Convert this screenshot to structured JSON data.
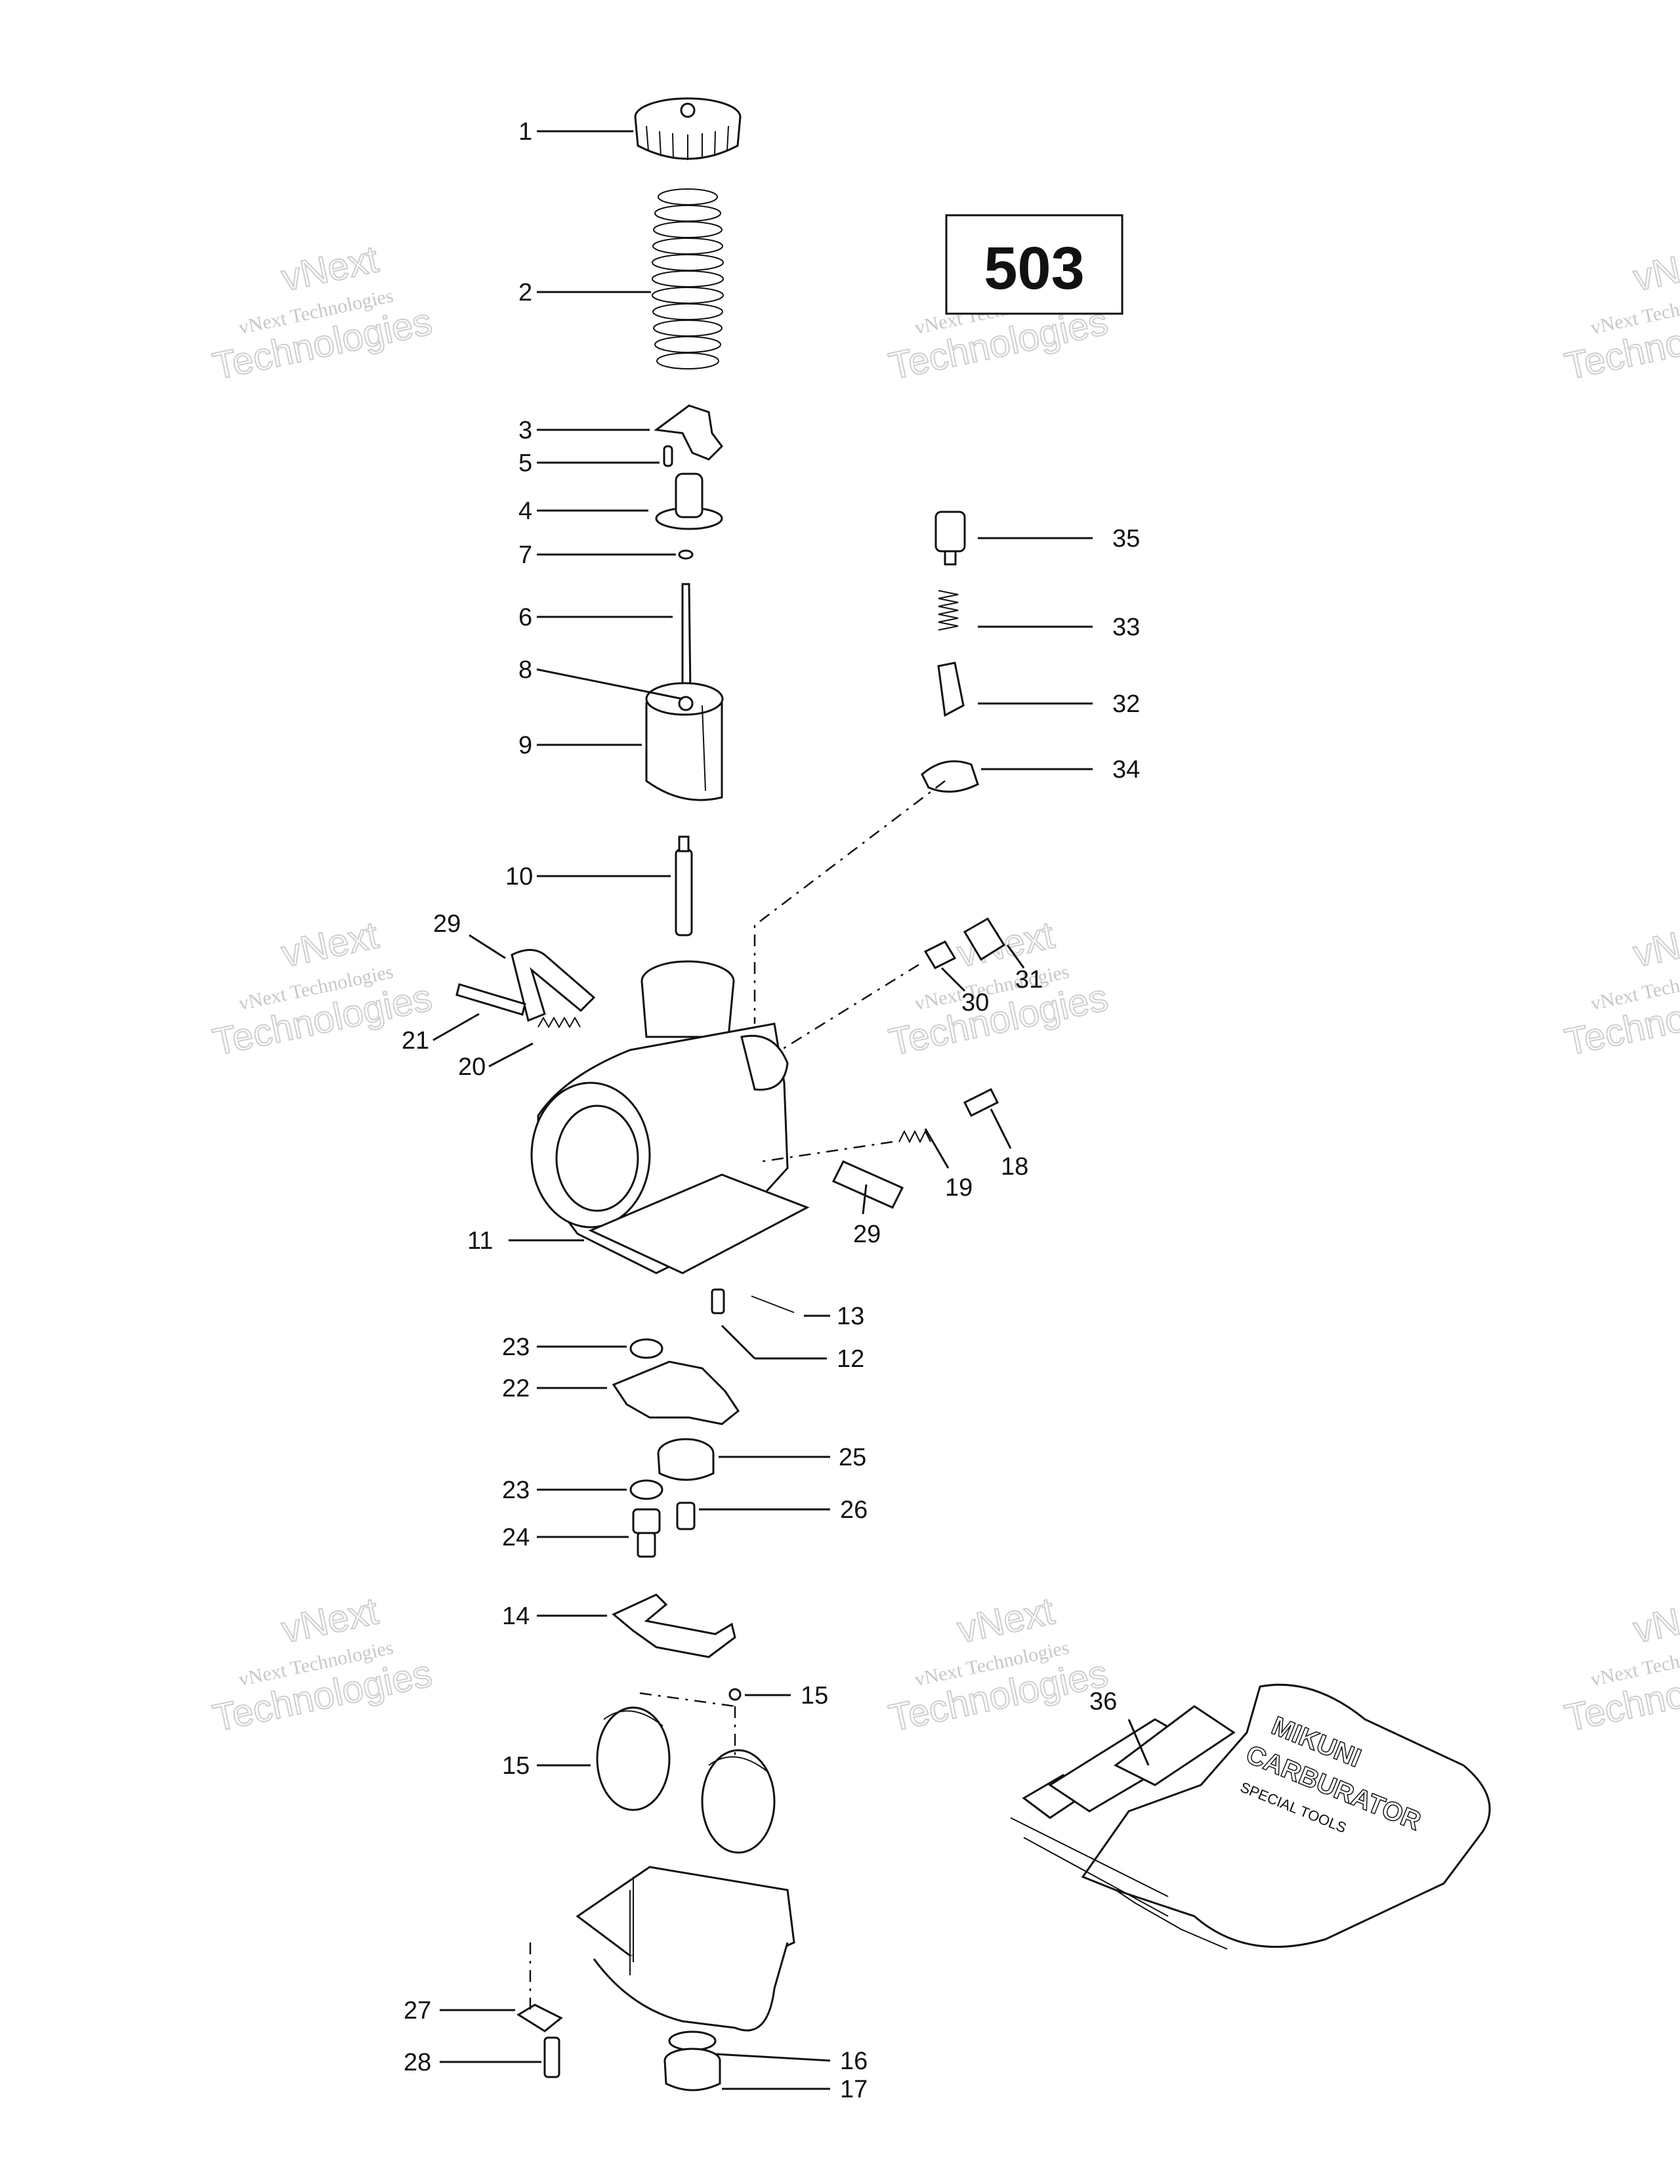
{
  "diagram_code": "503",
  "watermark": {
    "line1": "vNext",
    "line2": "vNext Technologies",
    "line3": "Technologies"
  },
  "tool_kit_text": {
    "line1": "MIKUNI",
    "line2": "CARBURATOR",
    "line3": "SPECIAL TOOLS"
  },
  "callouts": [
    "1",
    "2",
    "3",
    "5",
    "4",
    "7",
    "6",
    "8",
    "9",
    "10",
    "29",
    "21",
    "20",
    "11",
    "35",
    "33",
    "32",
    "34",
    "31",
    "30",
    "18",
    "19",
    "29",
    "13",
    "12",
    "23",
    "22",
    "25",
    "23",
    "26",
    "24",
    "14",
    "15",
    "15",
    "36",
    "27",
    "28",
    "16",
    "17"
  ]
}
